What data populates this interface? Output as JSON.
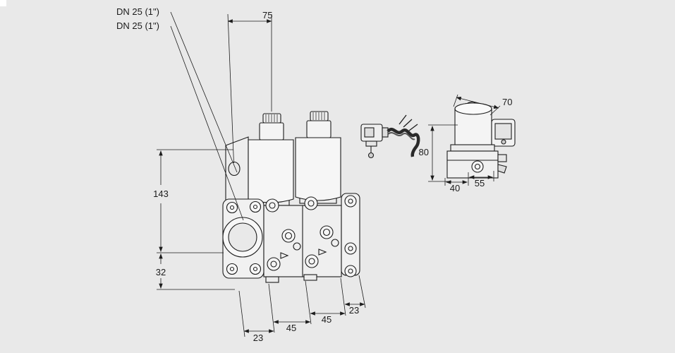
{
  "drawing": {
    "background": "#e9e9e9",
    "line_color": "#1c1c1c"
  },
  "port_labels": {
    "top": "DN 25 (1\")",
    "bottom": "DN 25 (1\")"
  },
  "main_view": {
    "dim_width": "75",
    "dim_height": "143",
    "dim_height_lower": "32",
    "dim_bottom": [
      "23",
      "45",
      "45",
      "23"
    ]
  },
  "side_view": {
    "dim_width": "70",
    "dim_height": "80",
    "dim_bottom_left": "40",
    "dim_bottom_right": "55"
  }
}
